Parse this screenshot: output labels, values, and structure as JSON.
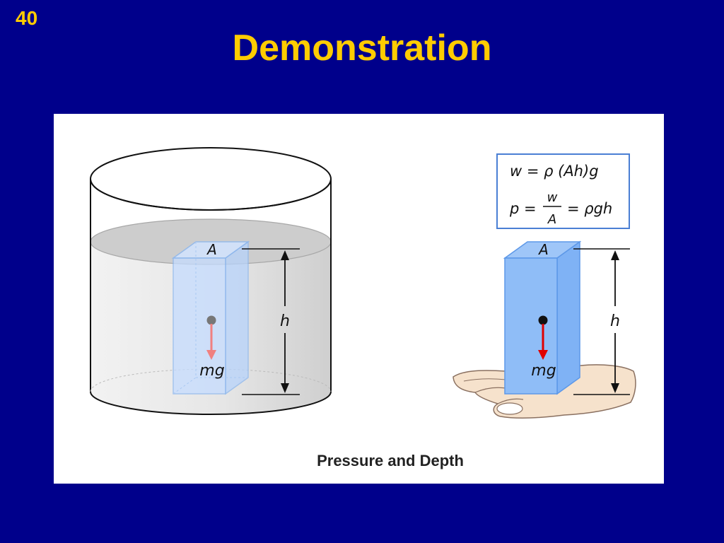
{
  "slide": {
    "number": "40",
    "title": "Demonstration"
  },
  "figure": {
    "caption": "Pressure and Depth",
    "formula_box": {
      "line1": "w = ρ (Ah)g",
      "line2_lhs": "p =",
      "line2_num": "w",
      "line2_den": "A",
      "line2_rhs": "= ρgh"
    },
    "left_column": {
      "area_label": "A",
      "height_label": "h",
      "force_label": "mg"
    },
    "right_column": {
      "area_label": "A",
      "height_label": "h",
      "force_label": "mg"
    }
  },
  "colors": {
    "background": "#00008b",
    "title": "#ffcc00",
    "column_fill_light": "#c5dcff",
    "column_fill_dark": "#7fb2f5",
    "arrow_left": "#f08080",
    "arrow_right": "#e00000",
    "formula_border": "#4a7fd4"
  }
}
